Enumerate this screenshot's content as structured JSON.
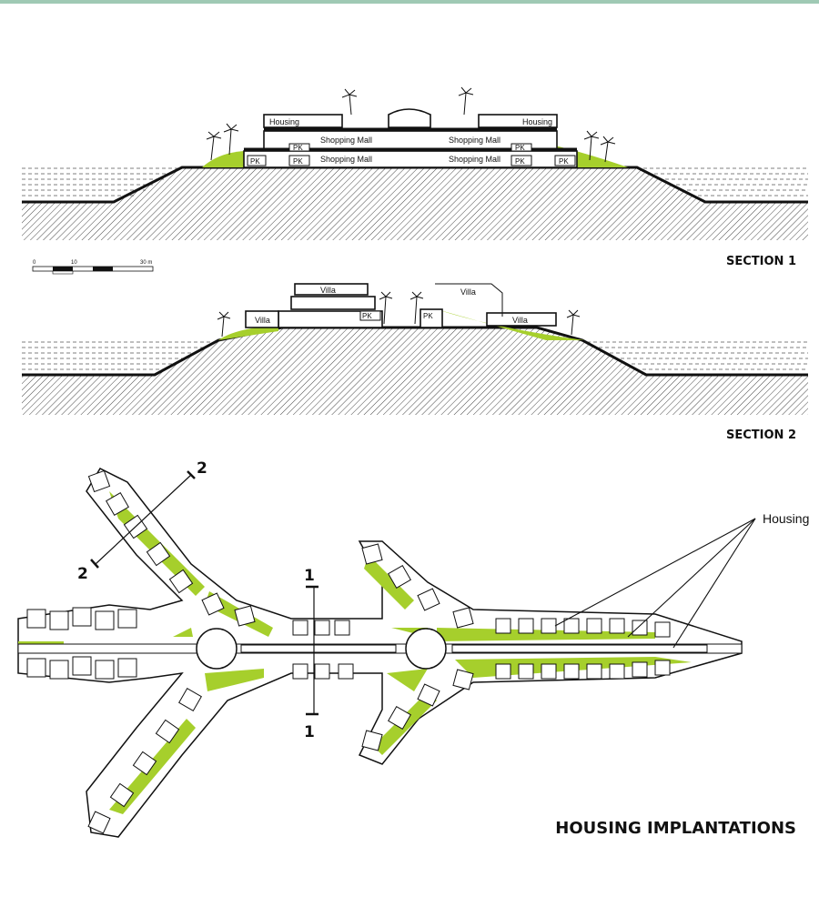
{
  "section1": {
    "title": "SECTION 1",
    "labels": {
      "housing_left": "Housing",
      "housing_right": "Housing",
      "mall_upper_left": "Shopping Mall",
      "mall_upper_right": "Shopping Mall",
      "mall_lower_left": "Shopping Mall",
      "mall_lower_right": "Shopping Mall",
      "pk": "PK"
    }
  },
  "scale_bar": {
    "ticks": [
      "0",
      "10",
      "30 m"
    ]
  },
  "section2": {
    "title": "SECTION 2",
    "labels": {
      "villa_top": "Villa",
      "villa_left": "Villa",
      "villa_right_top": "Villa",
      "villa_right": "Villa",
      "pk": "PK"
    }
  },
  "plan": {
    "title": "HOUSING IMPLANTATIONS",
    "callout": "Housing",
    "section_marks": {
      "s1": "1",
      "s2": "2"
    }
  },
  "colors": {
    "green": "#a6cf2c",
    "accent_bar": "#9fc9b4",
    "ink": "#111111"
  }
}
